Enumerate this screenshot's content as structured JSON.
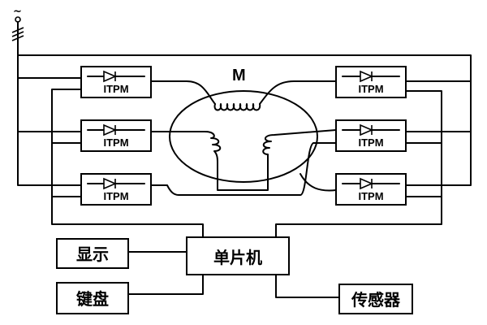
{
  "diagram": {
    "power_source_symbol": "~",
    "motor_label": "M",
    "itpm_label": "ITPM",
    "mcu_label": "单片机",
    "display_label": "显示",
    "keyboard_label": "键盘",
    "sensor_label": "传感器"
  }
}
